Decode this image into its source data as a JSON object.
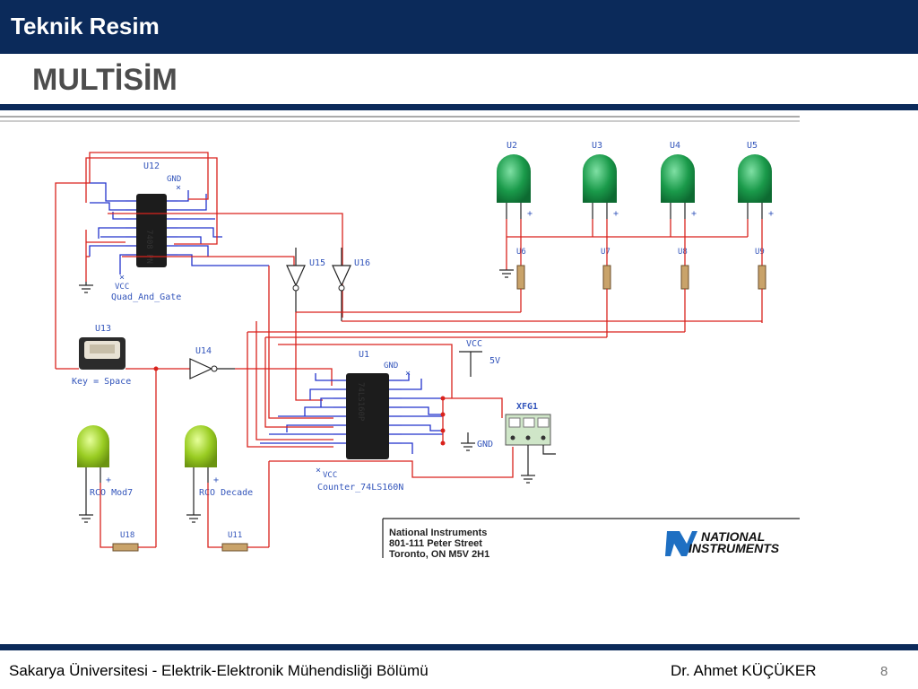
{
  "header": {
    "title": "Teknik Resim"
  },
  "slide": {
    "subtitle": "MULTİSİM"
  },
  "schematic": {
    "leds_top": [
      "U2",
      "U3",
      "U4",
      "U5"
    ],
    "resistors_top": [
      "U6",
      "U7",
      "U8",
      "U9"
    ],
    "chip_and": {
      "ref": "U12",
      "name": "Quad_And_Gate",
      "gnd": "GND",
      "vcc": "VCC",
      "marking": "7408 PN"
    },
    "chip_counter": {
      "ref": "U1",
      "name": "Counter_74LS160N",
      "gnd": "GND",
      "vcc": "VCC",
      "marking": "74LS160P"
    },
    "inverters": [
      "U15",
      "U16",
      "U14"
    ],
    "key": {
      "ref": "U13",
      "name": "Key = Space"
    },
    "vcc_source": {
      "label": "VCC",
      "value": "5V"
    },
    "gnd_label": "GND",
    "function_gen": {
      "ref": "XFG1"
    },
    "leds_bottom": [
      {
        "name": "RCO Mod7"
      },
      {
        "name": "RCO Decade"
      }
    ],
    "resistors_bottom": [
      "U18",
      "U11"
    ],
    "title_block": {
      "company": "National Instruments",
      "street": "801-111 Peter Street",
      "city": "Toronto, ON M5V 2H1",
      "logo_line1": "NATIONAL",
      "logo_line2": "INSTRUMENTS"
    }
  },
  "footer": {
    "institution": "Sakarya Üniversitesi  - Elektrik-Elektronik Mühendisliği Bölümü",
    "author": "Dr. Ahmet KÜÇÜKER",
    "page": "8"
  },
  "colors": {
    "brand": "#0b2a5a",
    "wire_red": "#d9221c",
    "wire_blue": "#2233cc",
    "led_green": "#1a9a4a",
    "led_yellow": "#99cc22"
  }
}
